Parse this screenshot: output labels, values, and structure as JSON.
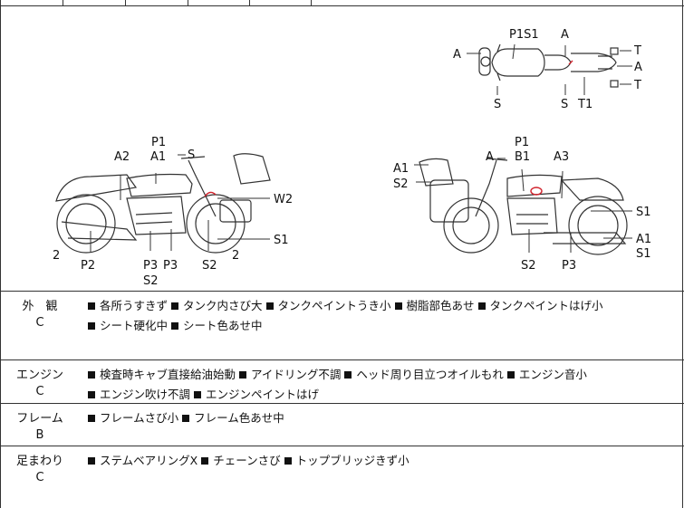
{
  "diagram": {
    "top_view_labels": [
      "P1S1",
      "A",
      "A",
      "T",
      "A",
      "T",
      "S",
      "S",
      "T1"
    ],
    "left_view_labels": [
      "P1",
      "S",
      "A2",
      "A1",
      "W2",
      "S1",
      "2",
      "P2",
      "P3",
      "P3",
      "S2",
      "2",
      "S2"
    ],
    "right_view_labels": [
      "P1",
      "A",
      "B1",
      "A3",
      "A1",
      "S2",
      "S1",
      "A1",
      "S1",
      "S2",
      "P3"
    ]
  },
  "sections": [
    {
      "title": "外　観",
      "grade": "C",
      "items": [
        "各所うすきず",
        "タンク内さび大",
        "タンクペイントうき小",
        "樹脂部色あせ",
        "タンクペイントはげ小",
        "シート硬化中",
        "シート色あせ中"
      ]
    },
    {
      "title": "エンジン",
      "grade": "C",
      "items": [
        "検査時キャブ直接給油始動",
        "アイドリング不調",
        "ヘッド周り目立つオイルもれ",
        "エンジン音小",
        "エンジン吹け不調",
        "エンジンペイントはげ"
      ]
    },
    {
      "title": "フレーム",
      "grade": "B",
      "items": [
        "フレームさび小",
        "フレーム色あせ中"
      ]
    },
    {
      "title": "足まわり",
      "grade": "C",
      "items": [
        "ステムベアリングX",
        "チェーンさび",
        "トップブリッジきず小"
      ]
    }
  ],
  "colors": {
    "ink": "#111111",
    "damage_mark": "#d0202a"
  }
}
